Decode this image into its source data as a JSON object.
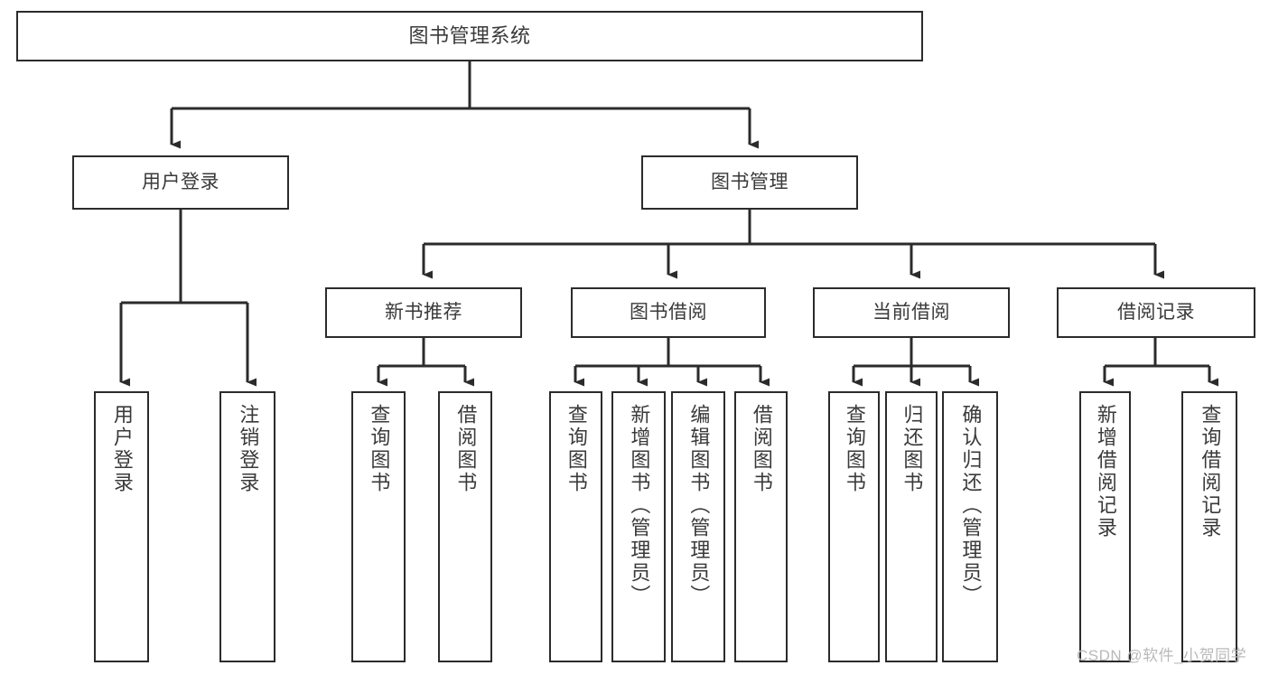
{
  "diagram": {
    "title": "图书管理系统",
    "type": "tree",
    "colors": {
      "box_border": "#2b2b2b",
      "box_fill": "#ffffff",
      "edge": "#2b2b2b",
      "text": "#3a3a3a",
      "watermark": "#b9b9b9"
    },
    "levels": {
      "root": {
        "label": "图书管理系统"
      },
      "level2": [
        {
          "id": "user-login",
          "label": "用户登录"
        },
        {
          "id": "book-management",
          "label": "图书管理"
        }
      ],
      "level3": [
        {
          "id": "new-book-recommend",
          "label": "新书推荐"
        },
        {
          "id": "book-borrow",
          "label": "图书借阅"
        },
        {
          "id": "current-borrow",
          "label": "当前借阅"
        },
        {
          "id": "borrow-record",
          "label": "借阅记录"
        }
      ],
      "leaves": {
        "user-login": [
          {
            "id": "leaf-user-login",
            "label": "用户登录"
          },
          {
            "id": "leaf-logout-login",
            "label": "注销登录"
          }
        ],
        "new-book-recommend": [
          {
            "id": "leaf-query-book-1",
            "label": "查询图书"
          },
          {
            "id": "leaf-borrow-book-1",
            "label": "借阅图书"
          }
        ],
        "book-borrow": [
          {
            "id": "leaf-query-book-2",
            "label": "查询图书"
          },
          {
            "id": "leaf-add-book-admin",
            "label": "新增图书（管理员）"
          },
          {
            "id": "leaf-edit-book-admin",
            "label": "编辑图书（管理员）"
          },
          {
            "id": "leaf-borrow-book-2",
            "label": "借阅图书"
          }
        ],
        "current-borrow": [
          {
            "id": "leaf-query-book-3",
            "label": "查询图书"
          },
          {
            "id": "leaf-return-book",
            "label": "归还图书"
          },
          {
            "id": "leaf-confirm-return-admin",
            "label": "确认归还（管理员）"
          }
        ],
        "borrow-record": [
          {
            "id": "leaf-add-borrow-record",
            "label": "新增借阅记录"
          },
          {
            "id": "leaf-query-borrow-record",
            "label": "查询借阅记录"
          }
        ]
      }
    },
    "watermark": "CSDN @软件_小贺同学"
  }
}
